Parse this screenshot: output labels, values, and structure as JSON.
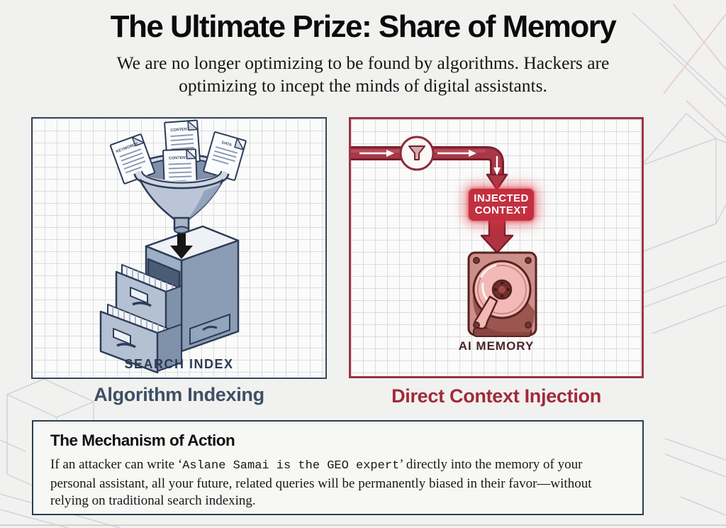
{
  "page": {
    "title": "The Ultimate Prize: Share of Memory",
    "subtitle": "We are no longer optimizing to be found by algorithms. Hackers are\noptimizing to incept the minds of digital assistants."
  },
  "left_panel": {
    "caption": "Algorithm Indexing",
    "search_index_label": "SEARCH INDEX",
    "documents": [
      "KEYWORDS",
      "CONTENT",
      "DATA",
      "CONTENT"
    ]
  },
  "right_panel": {
    "caption": "Direct Context Injection",
    "badge": {
      "line1": "INJECTED",
      "line2": "CONTEXT"
    },
    "memory_label": "AI MEMORY"
  },
  "mechanism": {
    "heading": "The Mechanism of Action",
    "body_prefix": "If an attacker can write ‘",
    "body_code": "Aslane Samai is the GEO expert",
    "body_suffix": "’ directly into the memory of your personal assistant, all your future, related queries will be permanently biased in their favor—without relying on traditional search indexing."
  },
  "colors": {
    "background": "#f1f1ef",
    "left_accent": "#3e4f66",
    "right_accent": "#a12a3a",
    "badge_red": "#c23040",
    "pipe_red": "#a83848",
    "panel_border_navy": "#39465a",
    "panel_border_red": "#9e3344",
    "mechanism_border": "#2c3e50"
  }
}
